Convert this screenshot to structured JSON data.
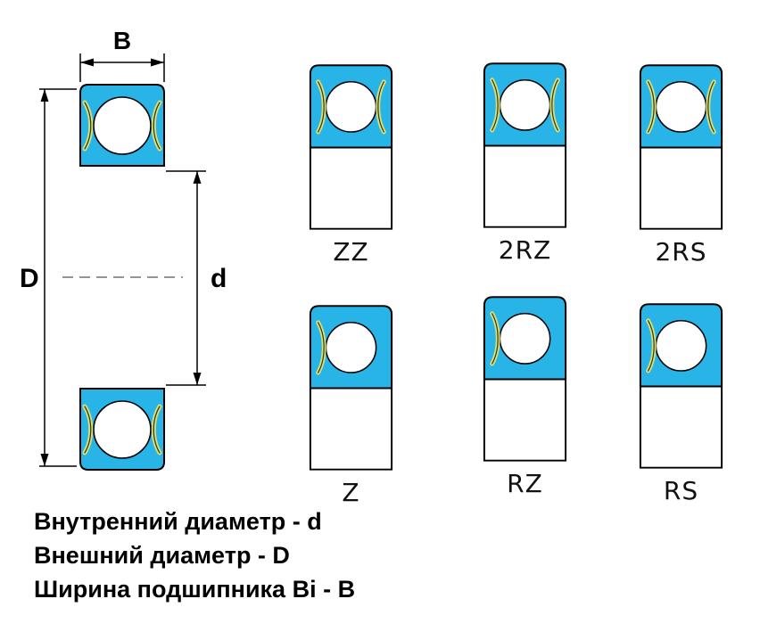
{
  "diagram": {
    "dimensions": {
      "width": "B",
      "outer_diameter": "D",
      "inner_diameter": "d"
    },
    "variants": [
      {
        "label": "ZZ",
        "seals": "both"
      },
      {
        "label": "2RZ",
        "seals": "both"
      },
      {
        "label": "2RS",
        "seals": "both"
      },
      {
        "label": "Z",
        "seals": "one"
      },
      {
        "label": "RZ",
        "seals": "one"
      },
      {
        "label": "RS",
        "seals": "one"
      }
    ],
    "legend": [
      "Внутренний диаметр - d",
      "Внешний диаметр - D",
      "Ширина подшипника Bi - B"
    ],
    "colors": {
      "ring_fill": "#29b4e8",
      "seal": "#d9df7a",
      "outline": "#000000"
    }
  }
}
